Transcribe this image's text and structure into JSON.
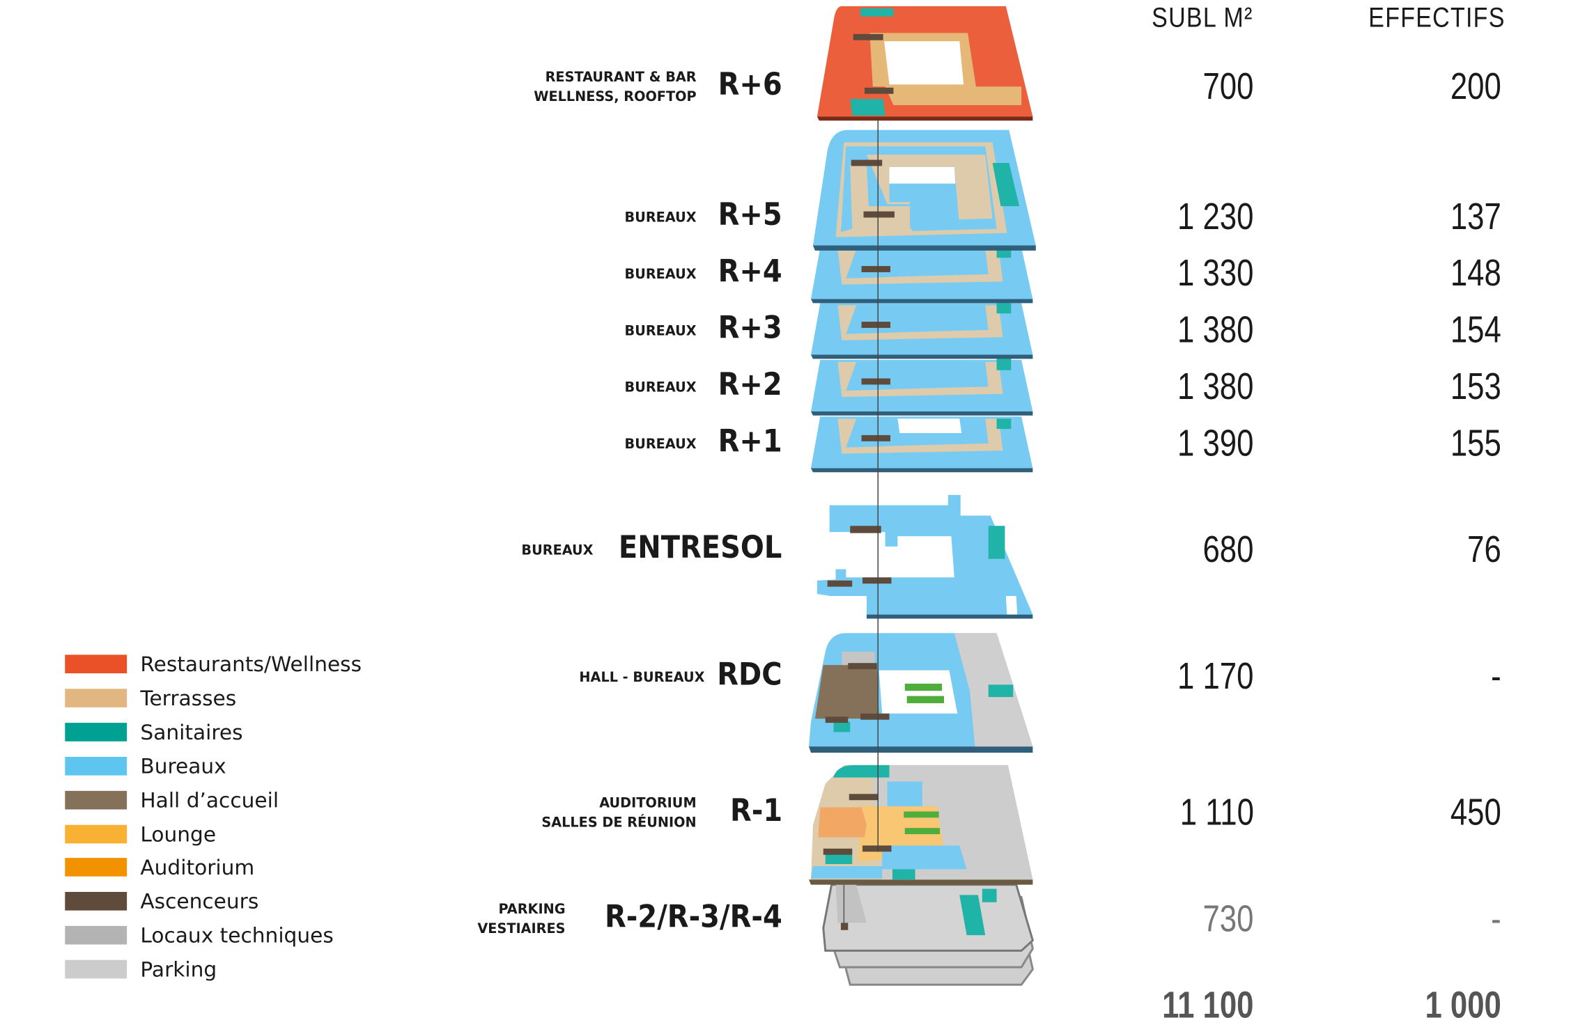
{
  "header": {
    "surface": "SUBL M²",
    "effectifs": "EFFECTIFS"
  },
  "floors": [
    {
      "code": "R+6",
      "desc": [
        "RESTAURANT & BAR",
        "WELLNESS, ROOFTOP"
      ],
      "surface": "700",
      "effectifs": "200"
    },
    {
      "code": "R+5",
      "desc": [
        "BUREAUX"
      ],
      "surface": "1 230",
      "effectifs": "137"
    },
    {
      "code": "R+4",
      "desc": [
        "BUREAUX"
      ],
      "surface": "1 330",
      "effectifs": "148"
    },
    {
      "code": "R+3",
      "desc": [
        "BUREAUX"
      ],
      "surface": "1 380",
      "effectifs": "154"
    },
    {
      "code": "R+2",
      "desc": [
        "BUREAUX"
      ],
      "surface": "1 380",
      "effectifs": "153"
    },
    {
      "code": "R+1",
      "desc": [
        "BUREAUX"
      ],
      "surface": "1 390",
      "effectifs": "155"
    },
    {
      "code": "ENTRESOL",
      "desc": [
        "BUREAUX"
      ],
      "surface": "680",
      "effectifs": "76"
    },
    {
      "code": "RDC",
      "desc": [
        "HALL - BUREAUX"
      ],
      "surface": "1 170",
      "effectifs": "-"
    },
    {
      "code": "R-1",
      "desc": [
        "AUDITORIUM",
        "SALLES DE RÉUNION"
      ],
      "surface": "1 110",
      "effectifs": "450"
    },
    {
      "code": "R-2/R-3/R-4",
      "desc": [
        "PARKING",
        "VESTIAIRES"
      ],
      "surface": "730",
      "effectifs": "-"
    }
  ],
  "totals": {
    "surface": "11 100",
    "effectifs": "1 000"
  },
  "legend": [
    {
      "label": "Restaurants/Wellness",
      "color": "#ea5129"
    },
    {
      "label": "Terrasses",
      "color": "#e2b680"
    },
    {
      "label": "Sanitaires",
      "color": "#00a193"
    },
    {
      "label": "Bureaux",
      "color": "#5ec5f0"
    },
    {
      "label": "Hall d’accueil",
      "color": "#85705a"
    },
    {
      "label": "Lounge",
      "color": "#f8b133"
    },
    {
      "label": "Auditorium",
      "color": "#f39200"
    },
    {
      "label": "Ascenceurs",
      "color": "#5e4b3c"
    },
    {
      "label": "Locaux techniques",
      "color": "#b3b3b3"
    },
    {
      "label": "Parking",
      "color": "#cccccc"
    }
  ]
}
